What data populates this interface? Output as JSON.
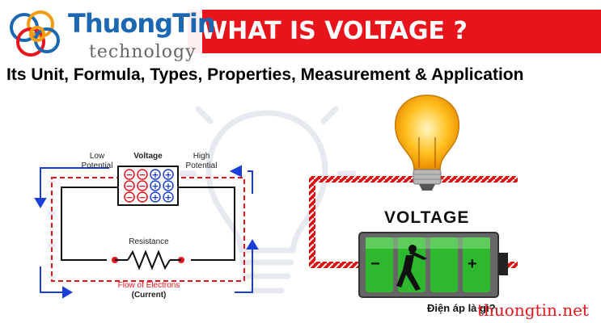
{
  "header": {
    "title": "WHAT IS VOLTAGE ?",
    "subtitle": "Its Unit, Formula, Types, Properties, Measurement & Application"
  },
  "logo": {
    "name": "ThuongTin",
    "tagline": "technology"
  },
  "circuit": {
    "voltage_label": "Voltage",
    "low_potential": "Low\nPotential",
    "high_potential": "High\nPotential",
    "resistance_label": "Resistance",
    "flow_label": "Flow of Electrons",
    "current_label": "(Current)",
    "charges": [
      "−",
      "−",
      "+",
      "+",
      "−",
      "−",
      "+",
      "+",
      "−",
      "−",
      "+",
      "+"
    ]
  },
  "battery": {
    "label": "VOLTAGE",
    "minus": "−",
    "plus": "+"
  },
  "caption": "Điện áp là gì?",
  "watermark": "thuongtin.net",
  "colors": {
    "banner_red": "#e8141b",
    "brand_blue": "#1b67b2",
    "battery_green": "#2eb82e",
    "wire_red": "#e8141b",
    "arrow_blue": "#1a3fd6"
  }
}
